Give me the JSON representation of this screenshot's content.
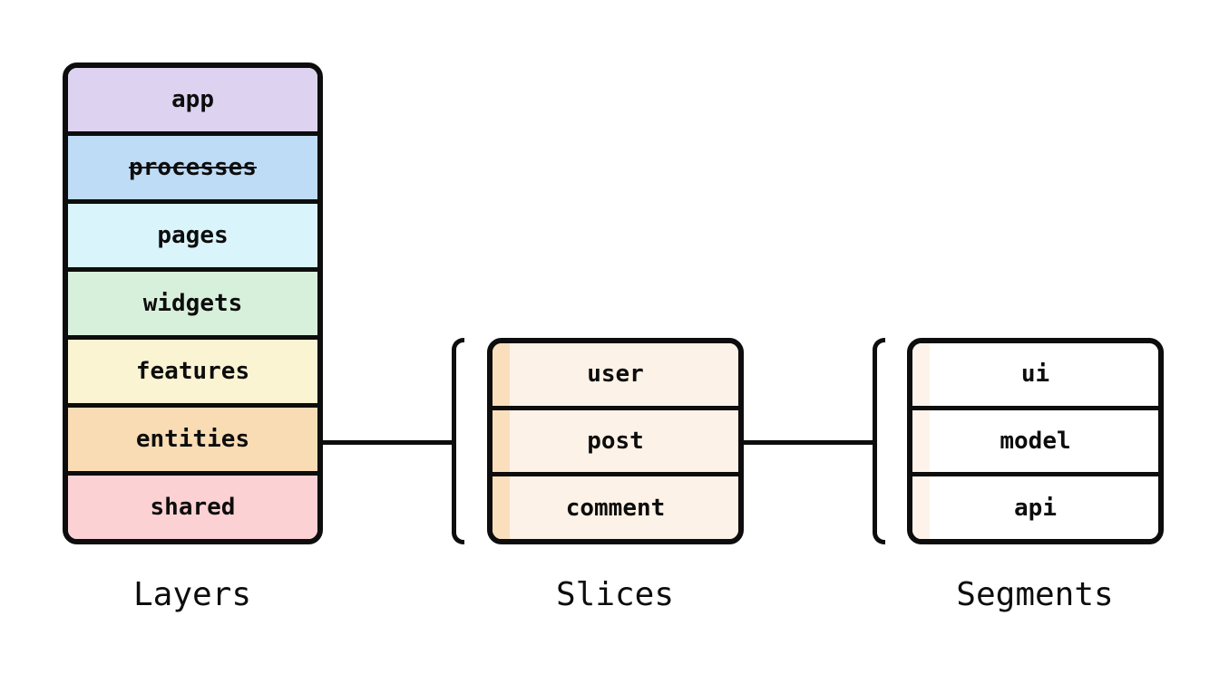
{
  "diagram": {
    "ink_color": "#0d0d0d",
    "background": "#ffffff",
    "layers": {
      "caption": "Layers",
      "rows": [
        {
          "label": "app",
          "color": "#ddd3f0",
          "deprecated": false
        },
        {
          "label": "processes",
          "color": "#bedcf6",
          "deprecated": true
        },
        {
          "label": "pages",
          "color": "#daf4fb",
          "deprecated": false
        },
        {
          "label": "widgets",
          "color": "#d7f0db",
          "deprecated": false
        },
        {
          "label": "features",
          "color": "#fbf4d2",
          "deprecated": false
        },
        {
          "label": "entities",
          "color": "#f9dcb4",
          "deprecated": false
        },
        {
          "label": "shared",
          "color": "#fbd1d4",
          "deprecated": false
        }
      ]
    },
    "slices": {
      "caption": "Slices",
      "strip_color": "#fadfbc",
      "fill_color": "#fdf2e7",
      "rows": [
        {
          "label": "user"
        },
        {
          "label": "post"
        },
        {
          "label": "comment"
        }
      ]
    },
    "segments": {
      "caption": "Segments",
      "strip_color": "#fdf3ea",
      "fill_color": "#ffffff",
      "rows": [
        {
          "label": "ui"
        },
        {
          "label": "model"
        },
        {
          "label": "api"
        }
      ]
    }
  }
}
